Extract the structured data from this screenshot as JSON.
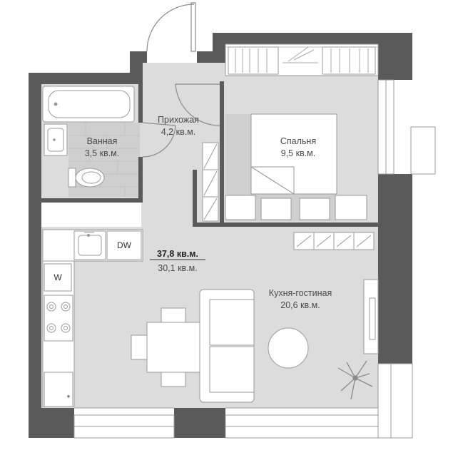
{
  "rooms": {
    "bathroom": {
      "name": "Ванная",
      "area": "3,5 кв.м."
    },
    "hallway": {
      "name": "Прихожая",
      "area": "4,2 кв.м."
    },
    "bedroom": {
      "name": "Спальня",
      "area": "9,5 кв.м."
    },
    "kitchen_living": {
      "name": "Кухня-гостиная",
      "area": "20,6 кв.м."
    }
  },
  "totals": {
    "total_area": "37,8 кв.м.",
    "living_area": "30,1 кв.м."
  },
  "appliances": {
    "dishwasher": "DW",
    "washer": "W",
    "fridge_mark": "*"
  },
  "colors": {
    "wall": "#5a5a5a",
    "floor": "#dcdcdc",
    "tile": "#cfcfcf",
    "furniture": "#ffffff",
    "stroke": "#9a9a9a",
    "plant": "#8a8a8a"
  }
}
